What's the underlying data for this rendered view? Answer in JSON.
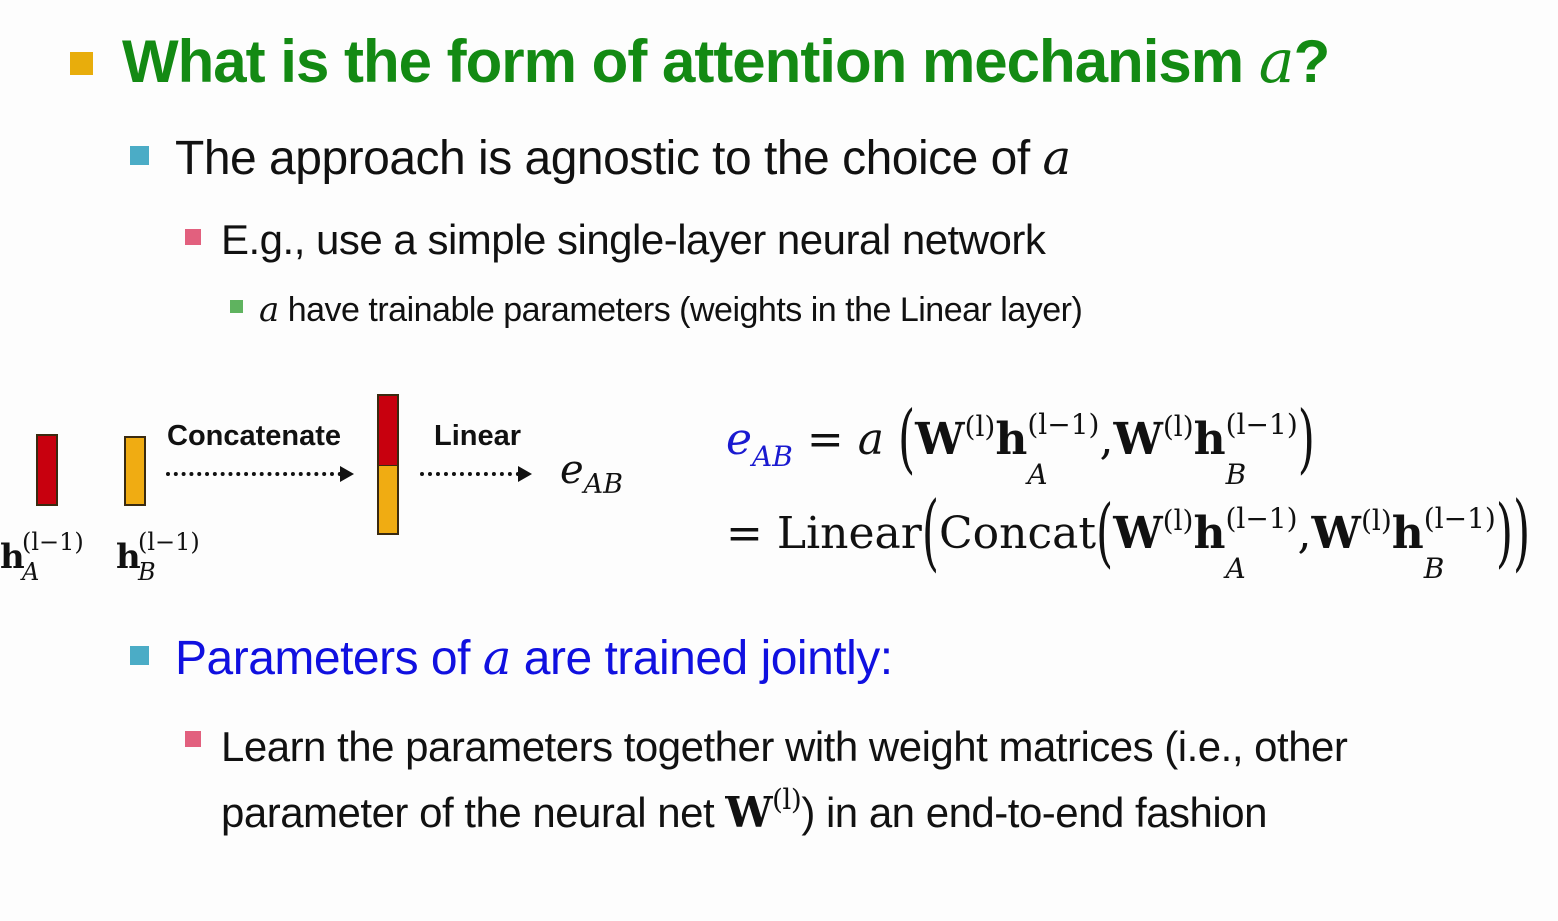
{
  "slide": {
    "heading": {
      "text": "What is the form of attention mechanism ",
      "symbol": "a",
      "suffix": "?",
      "color": "#138a13",
      "bullet_color": "#e8ad0c"
    },
    "bullets": [
      {
        "level": 2,
        "text": "The approach is agnostic to the choice of ",
        "symbol": "a",
        "bullet_color": "#4bacc6"
      },
      {
        "level": 3,
        "text": "E.g., use a simple single-layer neural network",
        "bullet_color": "#e2607e"
      },
      {
        "level": 4,
        "symbol": "a",
        "text": " have trainable parameters (weights in the Linear layer)",
        "bullet_color": "#5fb35f"
      }
    ],
    "diagram": {
      "vector_a_label": "h",
      "vector_a_sub": "A",
      "vector_b_label": "h",
      "vector_b_sub": "B",
      "superscript": "(l−1)",
      "concat_label": "Concatenate",
      "linear_label": "Linear",
      "output_label": "e",
      "output_sub": "AB",
      "colors": {
        "red": "#c8000e",
        "yellow": "#f0ac12"
      }
    },
    "equation": {
      "line1": {
        "lhs": "e",
        "lhs_sub": "AB",
        "lhs_color": "#1a1ad0",
        "eq": "=",
        "func": "a",
        "W": "W",
        "W_sup": "(l)",
        "h": "h",
        "h_sup": "(l−1)",
        "sub_a": "A",
        "sub_b": "B",
        "comma": ","
      },
      "line2": {
        "eq": "=",
        "linear": "Linear",
        "concat": "Concat"
      }
    },
    "bottom": {
      "level2": {
        "text_before": "Parameters of ",
        "symbol": "a",
        "text_after": " are trained jointly:",
        "color": "#1010e0"
      },
      "level3": {
        "text_before": "Learn the parameters together with weight matrices (i.e., other parameter of the neural net ",
        "W": "W",
        "W_sup": "(l)",
        "text_after": ") in an end-to-end fashion"
      }
    }
  }
}
